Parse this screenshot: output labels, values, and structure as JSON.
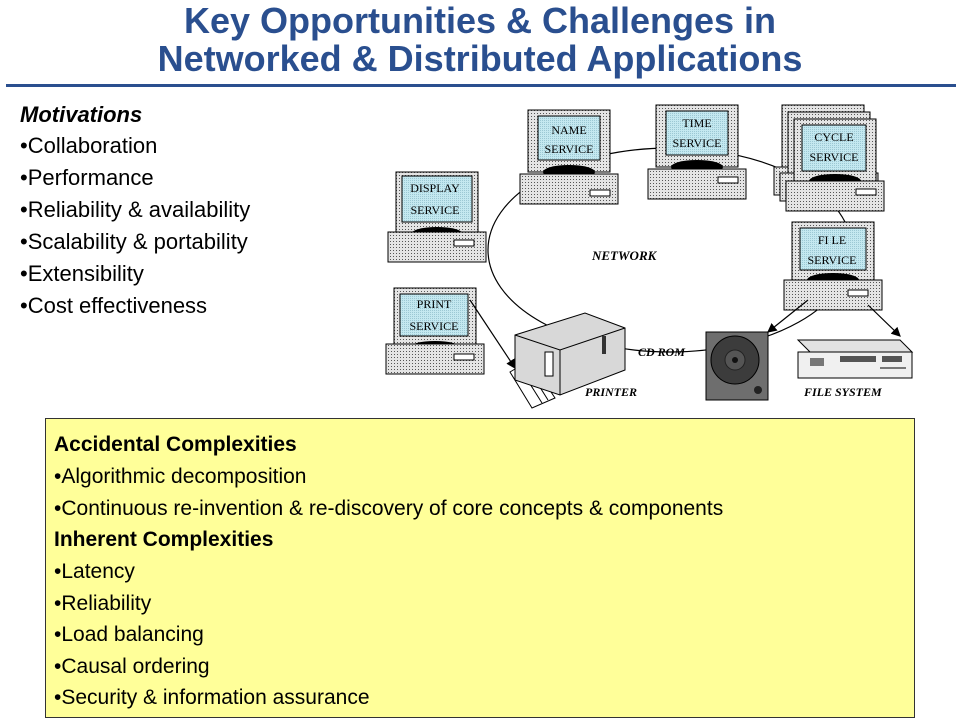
{
  "title": {
    "line1": "Key Opportunities & Challenges in",
    "line2": "Networked & Distributed Applications"
  },
  "motivations": {
    "heading": "Motivations",
    "items": [
      "Collaboration",
      "Performance",
      "Reliability & availability",
      "Scalability & portability",
      "Extensibility",
      "Cost effectiveness"
    ]
  },
  "diagram": {
    "network_label": "NETWORK",
    "cdrom_label": "CD ROM",
    "printer_label": "PRINTER",
    "filesystem_label": "FILE  SYSTEM",
    "services": [
      {
        "line1": "NAME",
        "line2": "SERVICE"
      },
      {
        "line1": "TIME",
        "line2": "SERVICE"
      },
      {
        "line1": "CYCLE",
        "line2": "SERVICE"
      },
      {
        "line1": "DISPLAY",
        "line2": "SERVICE"
      },
      {
        "line1": "FI LE",
        "line2": "SERVICE"
      },
      {
        "line1": "PRINT",
        "line2": "SERVICE"
      }
    ]
  },
  "complexities": {
    "accidental_heading": "Accidental Complexities",
    "accidental_items": [
      "Algorithmic decomposition",
      "Continuous re-invention & re-discovery of core concepts & components"
    ],
    "inherent_heading": "Inherent Complexities",
    "inherent_items": [
      "Latency",
      "Reliability",
      "Load balancing",
      "Causal ordering",
      "Security & information assurance"
    ]
  }
}
